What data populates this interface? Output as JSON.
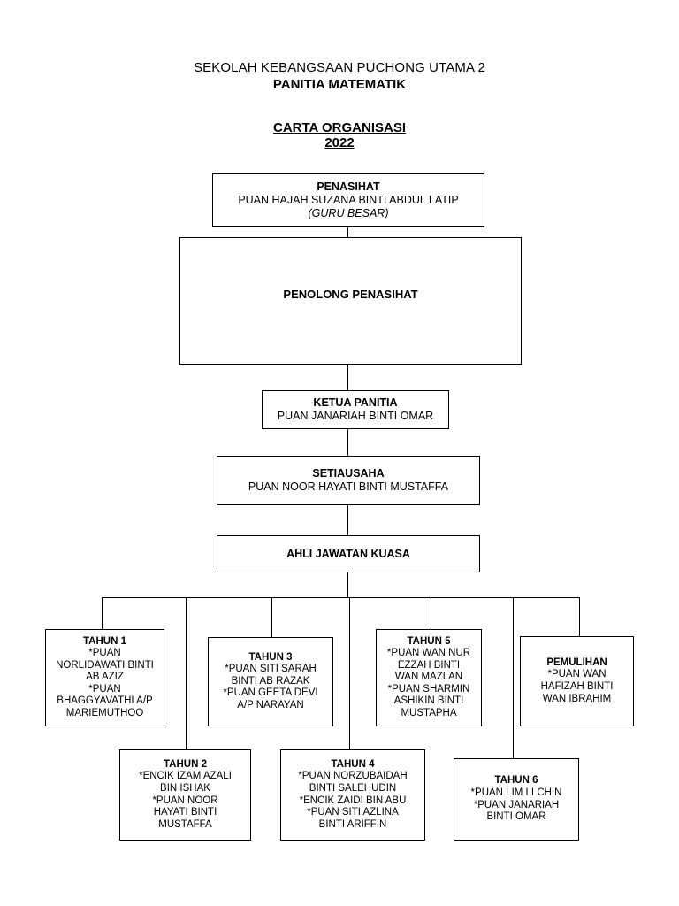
{
  "header": {
    "school": "SEKOLAH KEBANGSAAN PUCHONG UTAMA 2",
    "panitia": "PANITIA MATEMATIK",
    "chart_title": "CARTA ORGANISASI",
    "year": "2022"
  },
  "chart_data": {
    "type": "diagram",
    "title": "CARTA ORGANISASI 2022",
    "nodes": {
      "penasihat": {
        "title": "PENASIHAT",
        "line2": "PUAN HAJAH SUZANA BINTI ABDUL LATIP",
        "line3": "(GURU BESAR)"
      },
      "penolong_penasihat": {
        "title": "PENOLONG PENASIHAT"
      },
      "ketua_panitia": {
        "title": "KETUA PANITIA",
        "line2": "PUAN JANARIAH BINTI OMAR"
      },
      "setiausaha": {
        "title": "SETIAUSAHA",
        "line2": "PUAN NOOR HAYATI BINTI MUSTAFFA"
      },
      "ahli_jawatan_kuasa": {
        "title": "AHLI JAWATAN KUASA"
      }
    },
    "committee": [
      {
        "id": "tahun-1",
        "title": "TAHUN 1",
        "members": [
          "*PUAN",
          "NORLIDAWATI BINTI",
          "AB AZIZ",
          "*PUAN",
          "BHAGGYAVATHI A/P",
          "MARIEMUTHOO"
        ]
      },
      {
        "id": "tahun-2",
        "title": "TAHUN 2",
        "members": [
          "*ENCIK IZAM AZALI",
          "BIN ISHAK",
          "*PUAN NOOR",
          "HAYATI BINTI",
          "MUSTAFFA"
        ]
      },
      {
        "id": "tahun-3",
        "title": "TAHUN 3",
        "members": [
          "*PUAN SITI SARAH",
          "BINTI AB RAZAK",
          "*PUAN GEETA DEVI",
          "A/P NARAYAN"
        ]
      },
      {
        "id": "tahun-4",
        "title": "TAHUN 4",
        "members": [
          "*PUAN NORZUBAIDAH",
          "BINTI SALEHUDIN",
          "*ENCIK ZAIDI BIN ABU",
          "*PUAN SITI AZLINA",
          "BINTI ARIFFIN"
        ]
      },
      {
        "id": "tahun-5",
        "title": "TAHUN 5",
        "members": [
          "*PUAN WAN NUR",
          "EZZAH BINTI",
          "WAN MAZLAN",
          "*PUAN SHARMIN",
          "ASHIKIN BINTI",
          "MUSTAPHA"
        ]
      },
      {
        "id": "tahun-6",
        "title": "TAHUN 6",
        "members": [
          "*PUAN LIM LI CHIN",
          "*PUAN JANARIAH",
          "BINTI OMAR"
        ]
      },
      {
        "id": "pemulihan",
        "title": "PEMULIHAN",
        "members": [
          "*PUAN WAN",
          "HAFIZAH BINTI",
          "WAN IBRAHIM"
        ]
      }
    ],
    "colors": {
      "background": "#ffffff",
      "stroke": "#000000",
      "text": "#000000"
    }
  }
}
